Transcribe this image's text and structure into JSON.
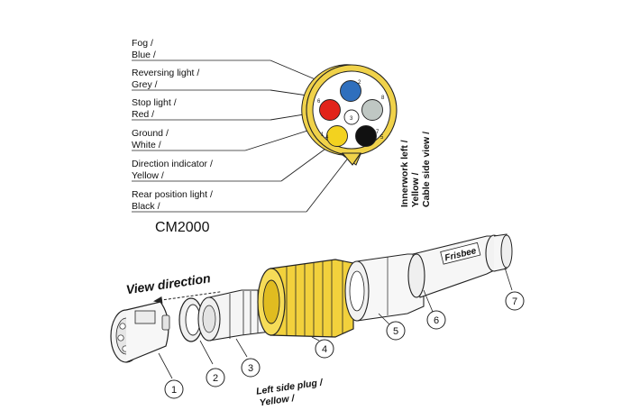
{
  "wiring": {
    "fog": {
      "name": "Fog /",
      "color_name": "Blue /",
      "color": "#2f6fbd"
    },
    "reversing": {
      "name": "Reversing light /",
      "color_name": "Grey /",
      "color": "#bfc7c3"
    },
    "stop": {
      "name": "Stop light /",
      "color_name": "Red /",
      "color": "#e2231a"
    },
    "ground": {
      "name": "Ground /",
      "color_name": "White /",
      "color": "#ffffff"
    },
    "direction": {
      "name": "Direction indicator /",
      "color_name": "Yellow /",
      "color": "#f3d21f"
    },
    "rear": {
      "name": "Rear position light /",
      "color_name": "Black /",
      "color": "#111111"
    }
  },
  "connector_rim_color": "#f0d24a",
  "pin_numbers": [
    "2",
    "8",
    "6",
    "3",
    "1",
    "4",
    "7",
    "5"
  ],
  "model": "CM2000",
  "side_note": {
    "line1": "Innerwork left /",
    "line2": "Yellow /",
    "line3": "Cable side view /"
  },
  "view_direction": "View direction",
  "plug_note": {
    "line1": "Left side plug /",
    "line2": "Yellow /"
  },
  "parts": [
    "1",
    "2",
    "3",
    "4",
    "5",
    "6",
    "7"
  ],
  "brand": "Frisbee"
}
